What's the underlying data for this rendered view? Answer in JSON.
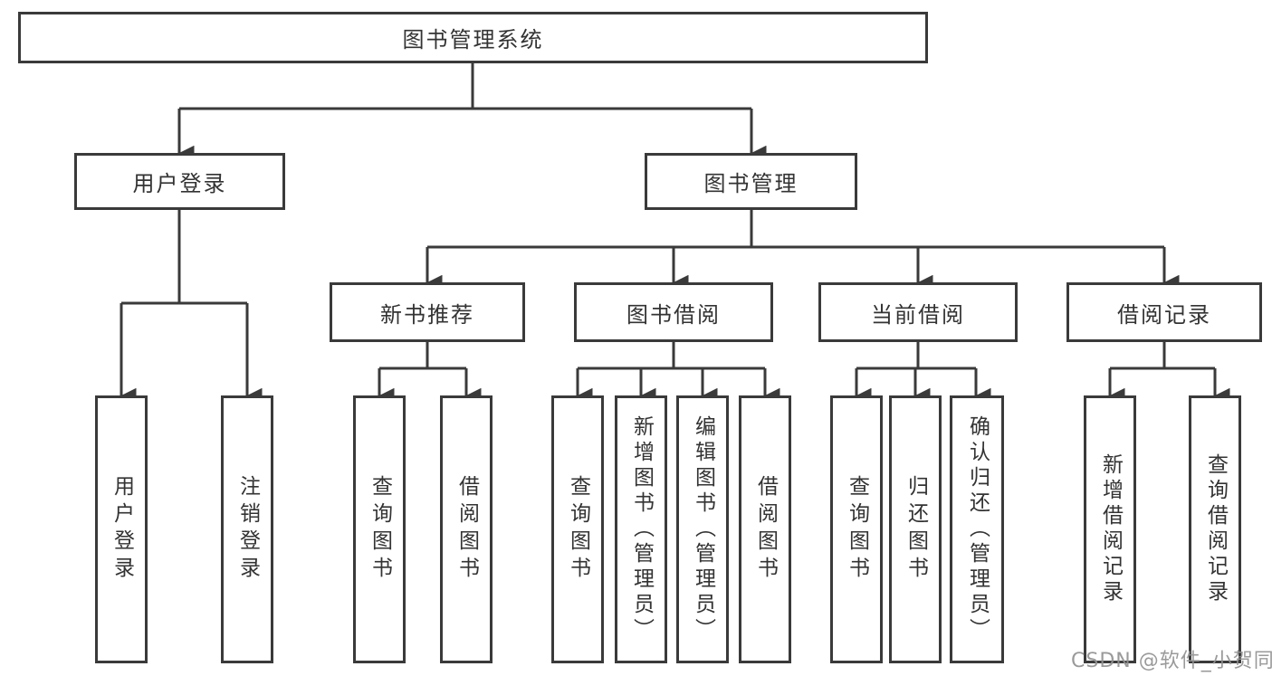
{
  "nodes": {
    "root": "图书管理系统",
    "user_login": "用户登录",
    "book_mgmt": "图书管理",
    "modules": [
      "新书推荐",
      "图书借阅",
      "当前借阅",
      "借阅记录"
    ],
    "user_login_children": [
      "用户登录",
      "注销登录"
    ],
    "new_book_children": [
      "查询图书",
      "借阅图书"
    ],
    "borrow_children": [
      "查询图书",
      "新增图书（管理员）",
      "编辑图书（管理员）",
      "借阅图书"
    ],
    "current_children": [
      "查询图书",
      "归还图书",
      "确认归还（管理员）"
    ],
    "record_children": [
      "新增借阅记录",
      "查询借阅记录"
    ]
  },
  "colors": {
    "line": "#3a3a3a",
    "text": "#333333",
    "watermark": "#919191"
  },
  "watermark": "CSDN @软件_小贺同学"
}
